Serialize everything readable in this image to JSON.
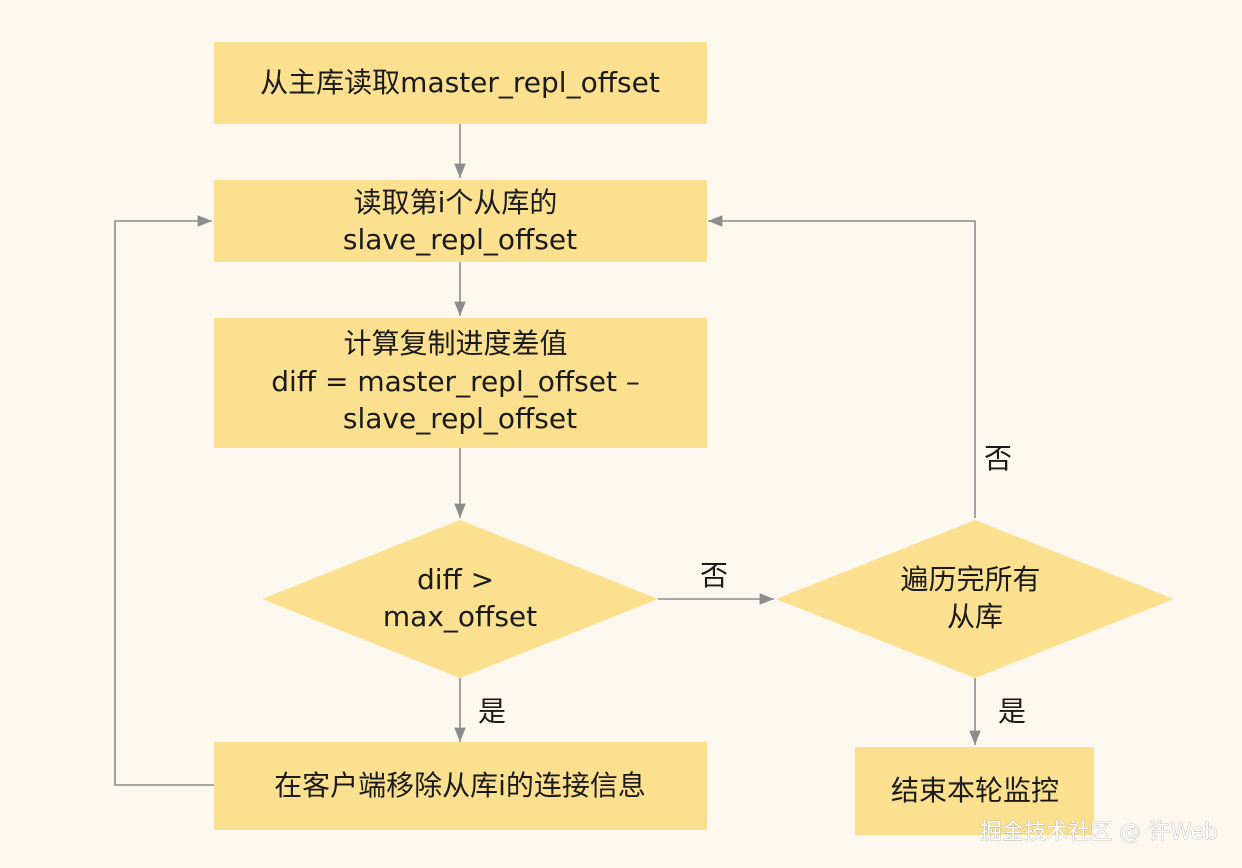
{
  "nodes": {
    "read_master": {
      "lines": [
        "从主库读取master_repl_offset"
      ]
    },
    "read_slave": {
      "lines": [
        "读取第i个从库的",
        "slave_repl_offset"
      ]
    },
    "calc_diff": {
      "lines": [
        "计算复制进度差值",
        "diff = master_repl_offset –",
        "slave_repl_offset"
      ]
    },
    "check_diff": {
      "lines": [
        "diff >",
        "max_offset"
      ]
    },
    "check_all": {
      "lines": [
        "遍历完所有",
        "从库"
      ]
    },
    "remove_conn": {
      "lines": [
        "在客户端移除从库i的连接信息"
      ]
    },
    "end_monitor": {
      "lines": [
        "结束本轮监控"
      ]
    }
  },
  "edges": {
    "diff_no": "否",
    "diff_yes": "是",
    "all_no": "否",
    "all_yes": "是"
  },
  "watermark": "掘金技术社区 @ 许Web",
  "colors": {
    "background": "#fdf8ef",
    "node_fill": "#fbe08f",
    "connector": "#8c8c8c",
    "text": "#1a1a1a"
  }
}
